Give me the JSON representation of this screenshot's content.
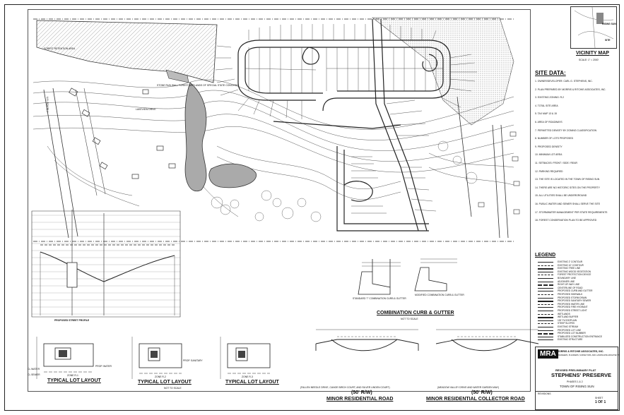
{
  "map_labels": {
    "forest_retention_area": "FOREST RETENTION AREA",
    "stone_run_wall": "STONE RUN WALL FOREST WETLANDS OF SPECIAL STATE CONCERN",
    "lakeview_drive": "LAKEVIEW DRIVE",
    "site_road_left": "U.S. ROUTE 1",
    "profile_title": "PROPOSED STREET PROFILE"
  },
  "vicinity": {
    "title": "VICINITY MAP",
    "site_label": "SITE",
    "town_label": "RISING SUN",
    "scale_note": "SCALE: 1\" = 2000'"
  },
  "site_data": {
    "title": "SITE DATA:",
    "lines": [
      "1. OWNER/DEVELOPER: CARL G. STEPHENS, INC.",
      "2. PLAN PREPARED BY MORRIS & RITCHIE ASSOCIATES, INC.",
      "3. EXISTING ZONING: R-2",
      "4. TOTAL SITE AREA",
      "5. TAX MAP 13 & 15",
      "6. AREA OF ROADWAYS",
      "7. PERMITTED DENSITY BY ZONING CLASSIFICATION",
      "8. NUMBER OF LOTS PROPOSED",
      "9. PROPOSED DENSITY",
      "10. MINIMUM LOT AREA",
      "11. SETBACKS: FRONT / SIDE / REAR",
      "12. PARKING REQUIRED",
      "13. THE SITE IS LOCATED IN THE TOWN OF RISING SUN",
      "14. THERE ARE NO HISTORIC SITES ON THE PROPERTY",
      "15. ALL UTILITIES SHALL BE UNDERGROUND",
      "16. PUBLIC WATER AND SEWER SHALL SERVE THE SITE",
      "17. STORMWATER MANAGEMENT PER STATE REQUIREMENTS",
      "18. FOREST CONSERVATION PLAN TO BE APPROVED"
    ]
  },
  "legend": {
    "title": "LEGEND",
    "items": [
      "EXISTING 2' CONTOUR",
      "EXISTING 10' CONTOUR",
      "EXISTING TREE LINE",
      "EXISTING WOOD VEGETATION",
      "FOREST PROTECTION DEVICE",
      "BOUNDARY LINE",
      "ADJOINER LINE",
      "RIGHT-OF-WAY LINE",
      "CENTERLINE OF ROAD",
      "PROPOSED CURB AND GUTTER",
      "PROPOSED SIDEWALK",
      "PROPOSED STORM DRAIN",
      "PROPOSED SANITARY SEWER",
      "PROPOSED WATER LINE",
      "PROPOSED FIRE HYDRANT",
      "PROPOSED STREET LIGHT",
      "WETLANDS",
      "WETLAND BUFFER",
      "100' FLOODPLAIN",
      "STEEP SLOPES",
      "EXISTING STREAM",
      "PROPOSED LOT LINE",
      "PROPOSED LOT NUMBER",
      "STABILIZED CONSTRUCTION ENTRANCE",
      "EXISTING STRUCTURE"
    ]
  },
  "details": {
    "curb_title": "COMBINATION CURB & GUTTER",
    "curb_sub": "NOT TO SCALE",
    "curb_a": "STANDARD 7\" COMBINATION CURB & GUTTER",
    "curb_b": "MODIFIED COMBINATION CURB & GUTTER",
    "road1_title": "MINOR RESIDENTIAL ROAD",
    "road1_sub": "(50' R/W)",
    "road1_streets": "(FALLEN NEEDLE DRIVE, CANOE BIRCH COURT, AND SILVER LINDEN COURT)",
    "road2_title": "MINOR RESIDENTIAL COLLECTOR ROAD",
    "road2_sub": "(50' R/W)",
    "road2_streets": "(MEADOW VALLEY DRIVE AND WATER GARDEN WAY)",
    "lot1_title": "TYPICAL LOT LAYOUT",
    "lot1_zone": "ZONE R-1",
    "lot2_title": "TYPICAL LOT LAYOUT",
    "lot2_zone": "ZONE R-2",
    "lot3_title": "TYPICAL LOT LAYOUT",
    "lot3_zone": "ZONE R-3",
    "not_to_scale": "NOT TO SCALE",
    "prop_water": "PROP. WATER",
    "prop_sanitary": "PROP. SANITARY",
    "cl_water": "CL WATER",
    "cl_sewer": "CL SEWER"
  },
  "title_block": {
    "logo": "MRA",
    "firm": "MORRIS & RITCHIE ASSOCIATES, INC.",
    "firm_sub": "ENGINEERS, PLANNERS, SURVEYORS, AND LANDSCAPE ARCHITECTS",
    "plan_type": "REVISED PRELIMINARY PLAT",
    "project": "STEPHENS' PRESERVE",
    "phase": "PHASES 1 & 2",
    "town": "TOWN OF RISING SUN",
    "sheet_label": "SHEET",
    "sheet_no": "1 OF 1",
    "rev_header": "REVISIONS"
  }
}
